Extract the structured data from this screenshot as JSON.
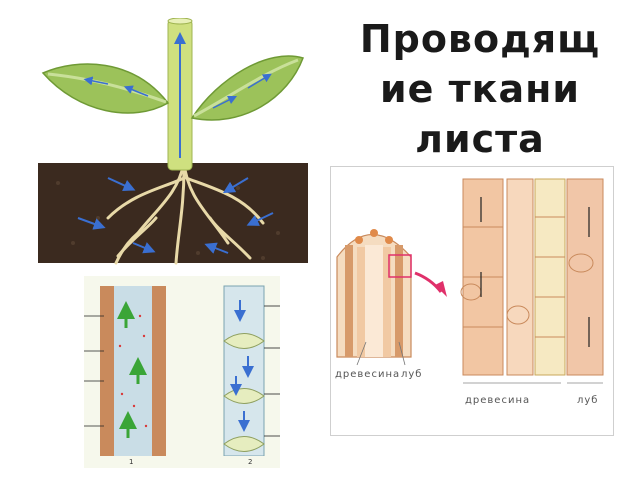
{
  "title": {
    "line1": "Проводящ",
    "line2": "ие ткани",
    "line3": "листа"
  },
  "stem_section": {
    "label_wood_small": "древесина",
    "label_bast_small": "луб",
    "label_wood_large": "древесина",
    "label_bast_large": "луб"
  },
  "vessels": {
    "label_1": "1",
    "label_2": "2"
  },
  "colors": {
    "soil": "#3b2a1f",
    "leaf": "#9cc25a",
    "stem": "#cfe07f",
    "arrow_blue": "#3a6fd1",
    "arrow_green": "#3aa537",
    "wood": "#c98a5c",
    "magnify_arrow": "#e0306a"
  }
}
